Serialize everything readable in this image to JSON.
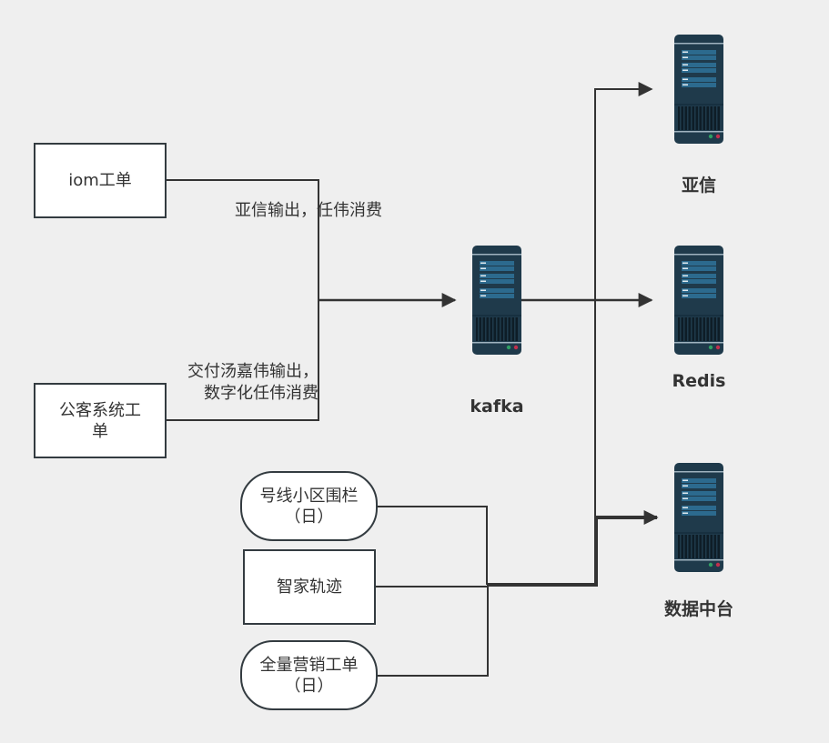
{
  "sources": [
    {
      "id": "iom",
      "label": "iom工单",
      "shape": "rect"
    },
    {
      "id": "gongke",
      "label": "公客系统工单",
      "shape": "rect"
    },
    {
      "id": "haoxian",
      "label": "号线小区围栏（日）",
      "shape": "rounded"
    },
    {
      "id": "zhijia",
      "label": "智家轨迹",
      "shape": "rect"
    },
    {
      "id": "quanliang",
      "label": "全量营销工单（日）",
      "shape": "rounded"
    }
  ],
  "source_lines": {
    "gongke": [
      "公客系统工",
      "单"
    ],
    "haoxian": [
      "号线小区围栏",
      "（日）"
    ],
    "quanliang": [
      "全量营销工单",
      "（日）"
    ]
  },
  "edge_labels": {
    "iom": "亚信输出，任伟消费",
    "gongke_line1": "交付汤嘉伟输出，",
    "gongke_line2": "数字化任伟消费"
  },
  "hub": {
    "id": "kafka",
    "label": "kafka",
    "icon": "server-icon"
  },
  "targets": [
    {
      "id": "yaxin",
      "label": "亚信",
      "icon": "server-icon"
    },
    {
      "id": "redis",
      "label": "Redis",
      "icon": "server-icon"
    },
    {
      "id": "datacenter",
      "label": "数据中台",
      "icon": "server-icon"
    }
  ],
  "edges": [
    {
      "from": "iom",
      "to": "kafka"
    },
    {
      "from": "gongke",
      "to": "kafka"
    },
    {
      "from": "kafka",
      "to": "yaxin"
    },
    {
      "from": "kafka",
      "to": "redis"
    },
    {
      "from": "kafka",
      "to": "datacenter"
    },
    {
      "from": "haoxian",
      "to": "datacenter"
    },
    {
      "from": "zhijia",
      "to": "datacenter"
    },
    {
      "from": "quanliang",
      "to": "datacenter"
    }
  ],
  "colors": {
    "background": "#efefef",
    "line": "#333333",
    "server_body": "#1f3a4b",
    "server_slot": "#2c6a8e",
    "led_green": "#2e9e63",
    "led_red": "#c0304d"
  }
}
